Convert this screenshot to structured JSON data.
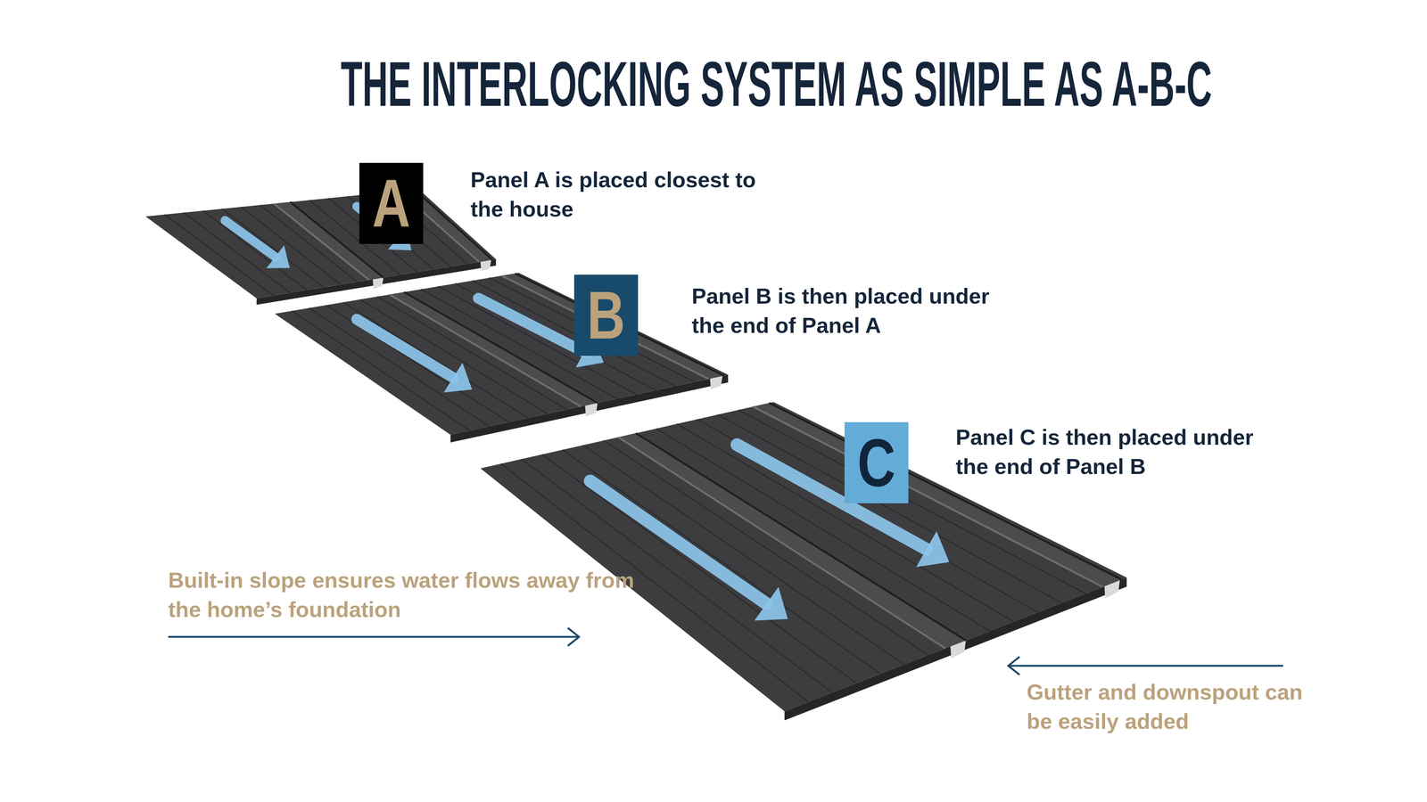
{
  "diagram": {
    "title": "THE INTERLOCKING SYSTEM AS SIMPLE AS A-B-C",
    "nodes": [
      {
        "text": [
          "A"
        ]
      },
      {
        "text": [
          "B"
        ]
      },
      {
        "text": [
          "C"
        ]
      }
    ],
    "labels": [
      "Panel A is placed closest to the house",
      "Panel B is then placed under the end of Panel A",
      "Panel C is then placed under the end of Panel B",
      "Built-in slope ensures water flows away from the home’s foundation",
      "Gutter and downspout can be easily added"
    ]
  }
}
